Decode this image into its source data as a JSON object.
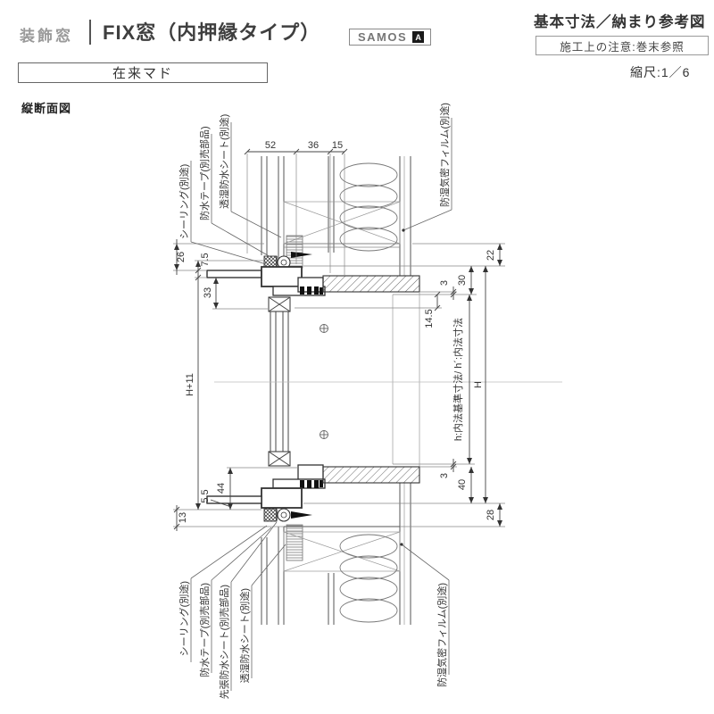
{
  "header": {
    "category": "装飾窓",
    "title": "FIX窓（内押縁タイプ）",
    "brand": {
      "name": "SAMOS",
      "badge": "A"
    },
    "doc_title": "基本寸法／納まり参考図",
    "notice": "施工上の注意:巻末参照",
    "scale": "縮尺:1／6",
    "window_system": "在来マド",
    "view_label": "縦断面図"
  },
  "diagram": {
    "dims_top": [
      "52",
      "36",
      "15"
    ],
    "dims_left": {
      "d26": "26",
      "d75": "7.5",
      "d33": "33",
      "hplus": "H+11",
      "d55": "5.5",
      "d44": "44",
      "d13": "13"
    },
    "dims_right": {
      "d22": "22",
      "d30": "30",
      "d3a": "3",
      "d145": "14.5",
      "H": "H",
      "d3b": "3",
      "d40": "40",
      "d28": "28"
    },
    "labels_top": [
      "シーリング(別途)",
      "防水テープ(別売部品)",
      "透湿防水シート(別途)"
    ],
    "label_top_right": "防湿気密フィルム(別途)",
    "labels_bottom": [
      "シーリング(別途)",
      "防水テープ(別売部品)",
      "先張防水シート(別売部品)",
      "透湿防水シート(別途)"
    ],
    "label_bottom_right": "防湿気密フィルム(別途)",
    "h_note": "h:内法基準寸法/ h´:内法寸法"
  },
  "colors": {
    "line": "#444444",
    "aux": "#888888",
    "text": "#333333",
    "badge": "#1a1a1a"
  }
}
